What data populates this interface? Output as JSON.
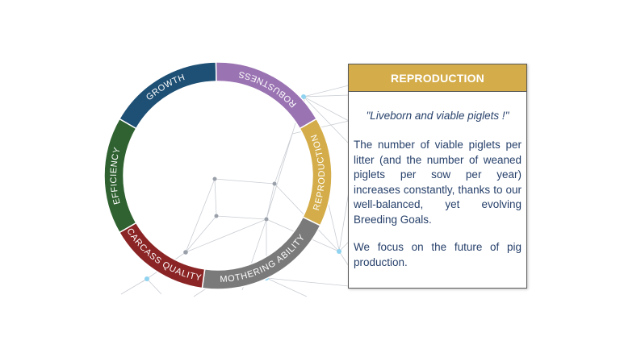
{
  "wheel": {
    "segments": [
      {
        "label": "GROWTH",
        "color": "#1e4f74"
      },
      {
        "label": "ROBUSTNESS",
        "color": "#9a73b2"
      },
      {
        "label": "REPRODUCTION",
        "color": "#d4ad4a"
      },
      {
        "label": "MOTHERING ABILITY",
        "color": "#7a7a7a"
      },
      {
        "label": "CARCASS QUALITY",
        "color": "#8b2425"
      },
      {
        "label": "EFFICIENCY",
        "color": "#2f6230"
      }
    ]
  },
  "card": {
    "title": "REPRODUCTION",
    "quote": "\"Liveborn and viable piglets !\"",
    "paragraphs": [
      "The number of viable piglets per litter (and the number of weaned piglets per sow per year) increases constantly, thanks to our well-balanced, yet evolving Breeding Goals.",
      "We focus on the future of pig production."
    ],
    "header_color": "#d4ad4a",
    "text_color": "#27416b"
  }
}
